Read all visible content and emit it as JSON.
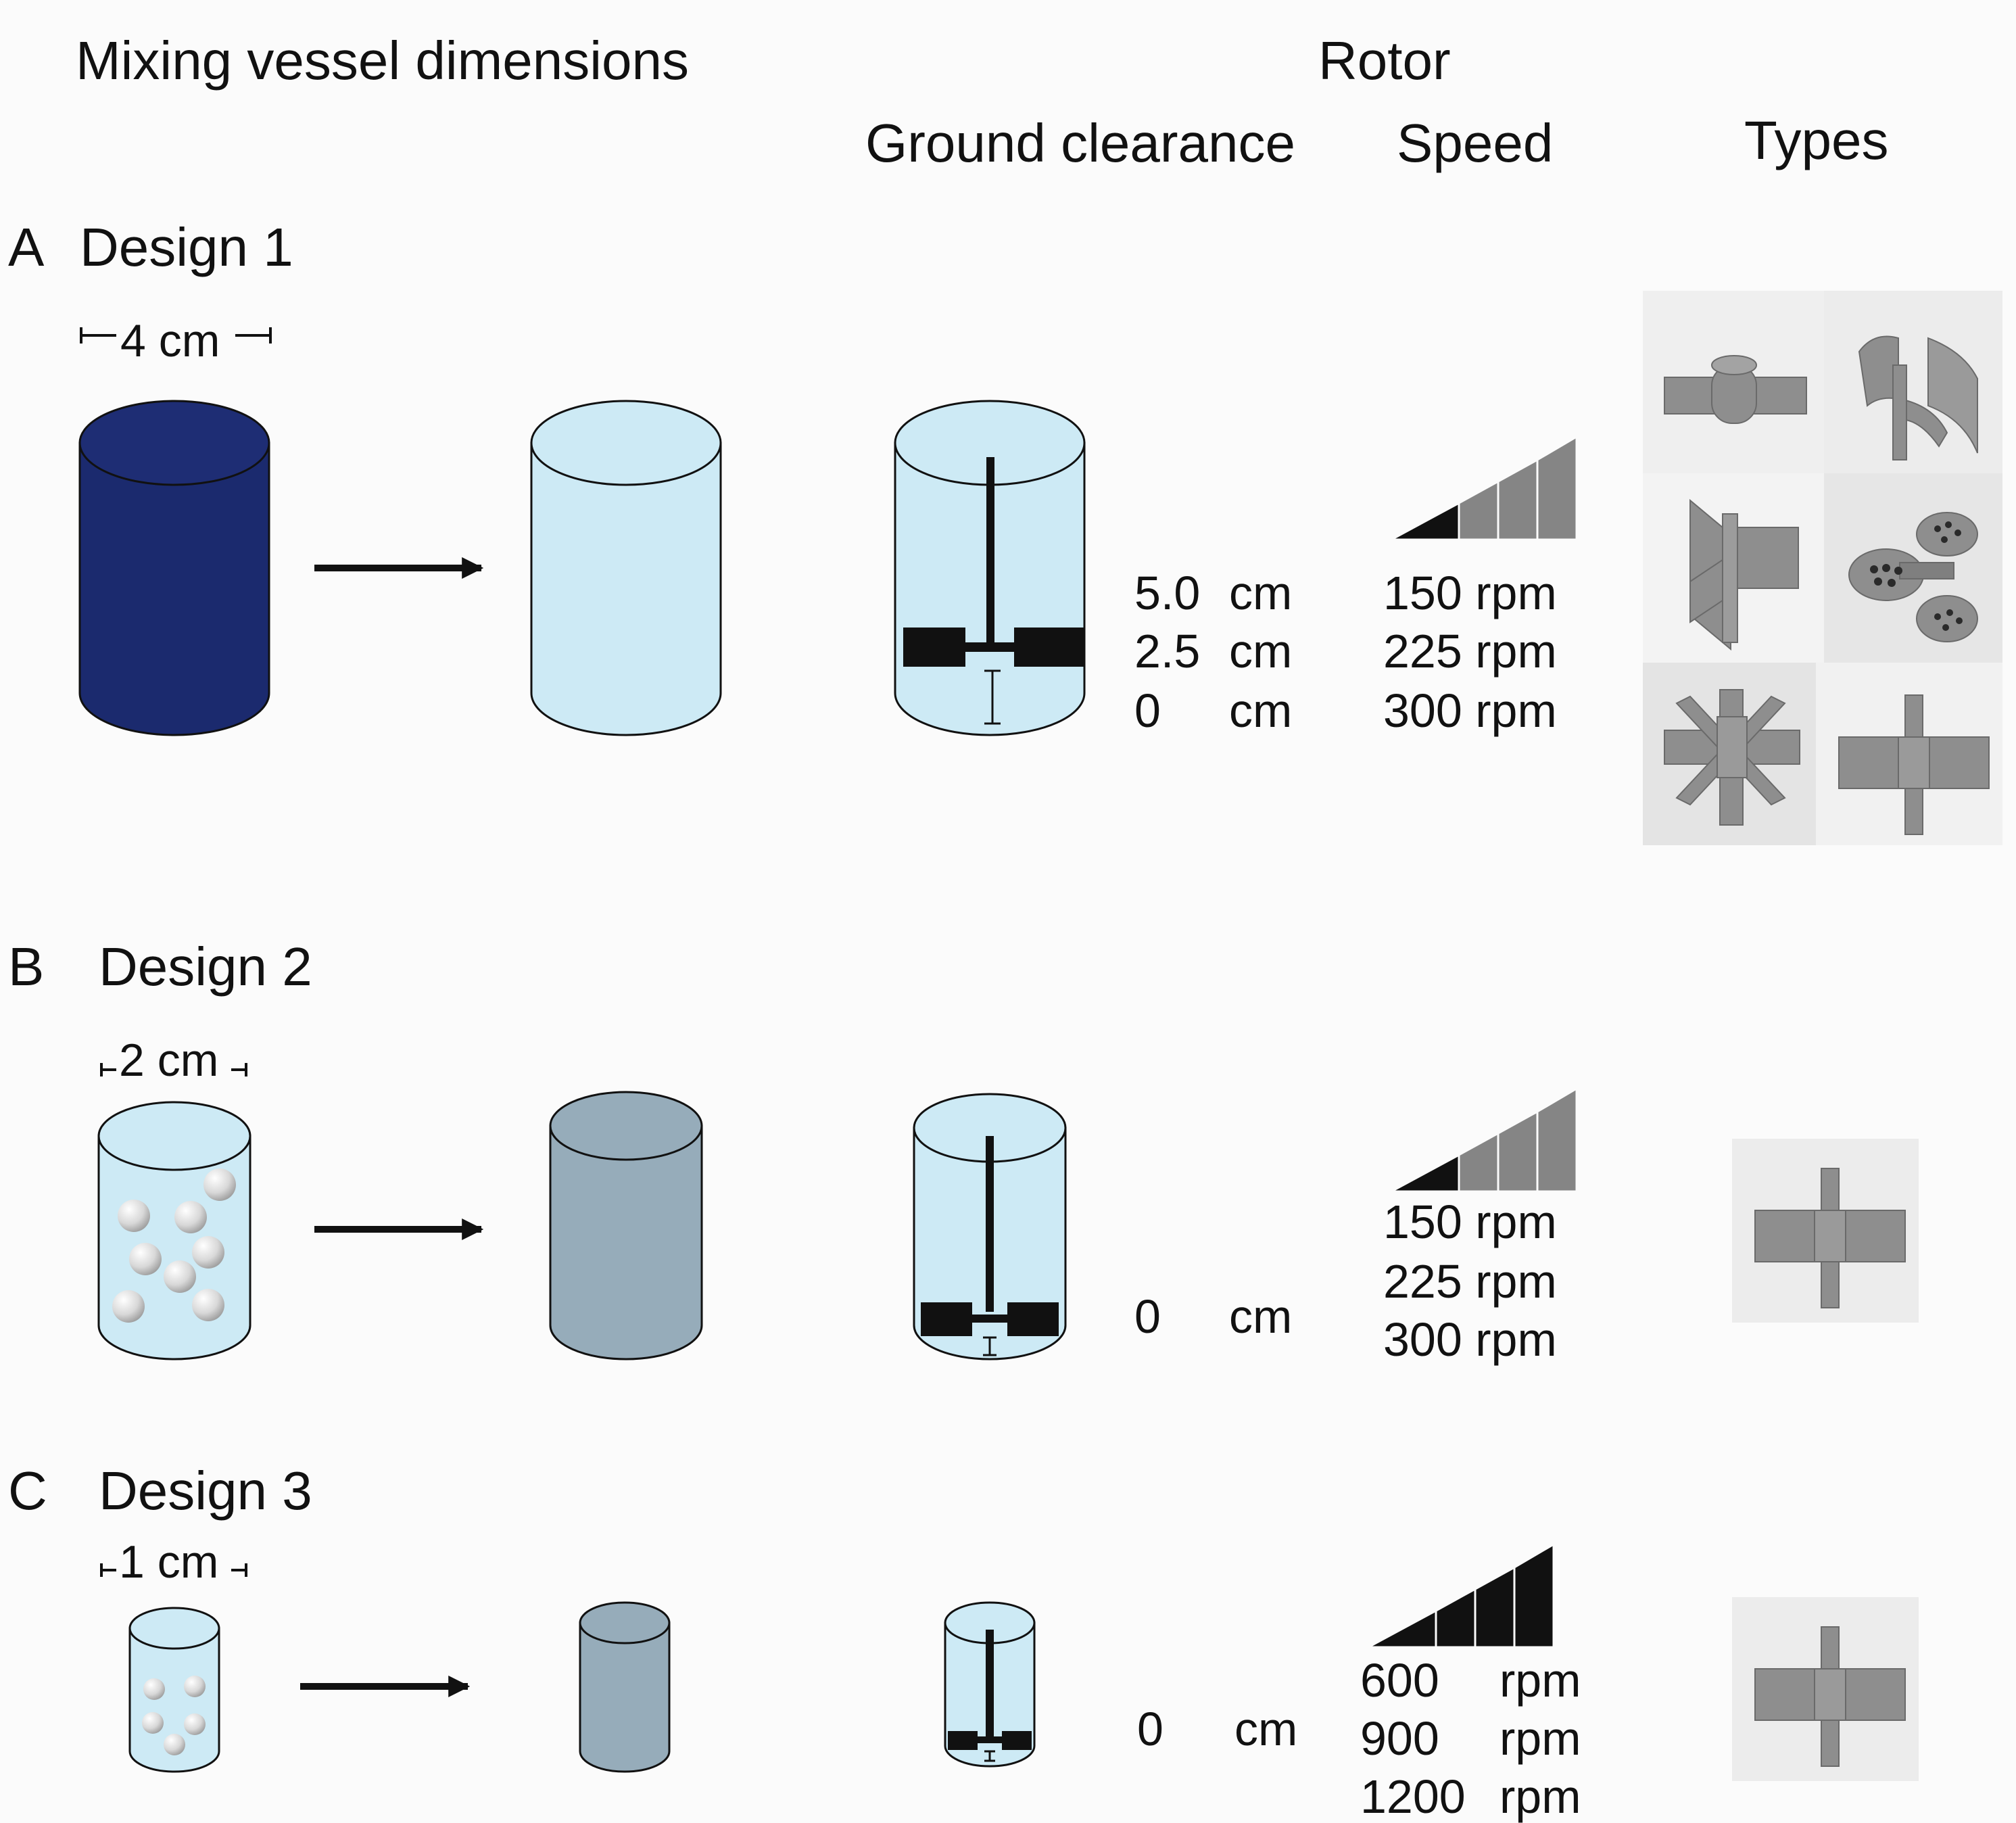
{
  "headers": {
    "mixing": "Mixing vessel dimensions",
    "rotor": "Rotor",
    "clearance": "Ground clearance",
    "speed": "Speed",
    "types": "Types"
  },
  "panels": [
    {
      "letter": "A",
      "title": "Design 1",
      "diameter": "4 cm",
      "clearance": [
        {
          "value": "5.0",
          "unit": "cm"
        },
        {
          "value": "2.5",
          "unit": "cm"
        },
        {
          "value": "0",
          "unit": "cm"
        }
      ],
      "speeds": [
        {
          "value": "150",
          "unit": "rpm"
        },
        {
          "value": "225",
          "unit": "rpm"
        },
        {
          "value": "300",
          "unit": "rpm"
        }
      ],
      "rotor_types": [
        "flat-blade",
        "curved-blade",
        "three-blade",
        "perforated-propeller",
        "eight-blade",
        "four-blade"
      ]
    },
    {
      "letter": "B",
      "title": "Design 2",
      "diameter": "2 cm",
      "clearance": [
        {
          "value": "0",
          "unit": "cm"
        }
      ],
      "speeds": [
        {
          "value": "150",
          "unit": "rpm"
        },
        {
          "value": "225",
          "unit": "rpm"
        },
        {
          "value": "300",
          "unit": "rpm"
        }
      ],
      "rotor_types": [
        "four-blade"
      ]
    },
    {
      "letter": "C",
      "title": "Design 3",
      "diameter": "1 cm",
      "clearance": [
        {
          "value": "0",
          "unit": "cm"
        }
      ],
      "speeds": [
        {
          "value": "600",
          "unit": "rpm"
        },
        {
          "value": "900",
          "unit": "rpm"
        },
        {
          "value": "1200",
          "unit": "rpm"
        }
      ],
      "rotor_types": [
        "four-blade"
      ]
    }
  ],
  "colors": {
    "vessel_dark": "#1b2a6e",
    "liquid_light": "#cdeaf5",
    "vessel_grey": "#96acba",
    "bar_grey": "#858585",
    "rotor_grey": "#8e8e8e"
  }
}
